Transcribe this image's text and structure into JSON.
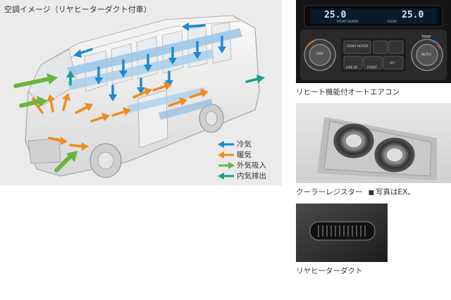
{
  "diagram": {
    "title": "空調イメージ（リヤヒーターダクト付車）",
    "legend": [
      {
        "label": "冷気",
        "color": "#1e8ad6"
      },
      {
        "label": "暖気",
        "color": "#f08a1c"
      },
      {
        "label": "外気吸入",
        "color": "#6cb33f"
      },
      {
        "label": "内気排出",
        "color": "#16a087"
      }
    ]
  },
  "aircon": {
    "caption": "リヒート機能付オートエアコン",
    "left_temp": "25.0",
    "right_temp": "25.0",
    "front_heater_label": "FRONT HEATER",
    "room_label": "ROOM",
    "dry_label": "DRY",
    "temp_label": "TEMP",
    "auto_label": "AUTO",
    "front_heater_btn": "FRONT HEATER",
    "side_up_label": "SIDE UP",
    "front_label": "FRONT",
    "off_label": "OFF"
  },
  "cooler": {
    "caption": "クーラーレジスター",
    "note_mark": "■",
    "note": "写真はEX。"
  },
  "duct": {
    "caption": "リヤヒーターダクト"
  }
}
